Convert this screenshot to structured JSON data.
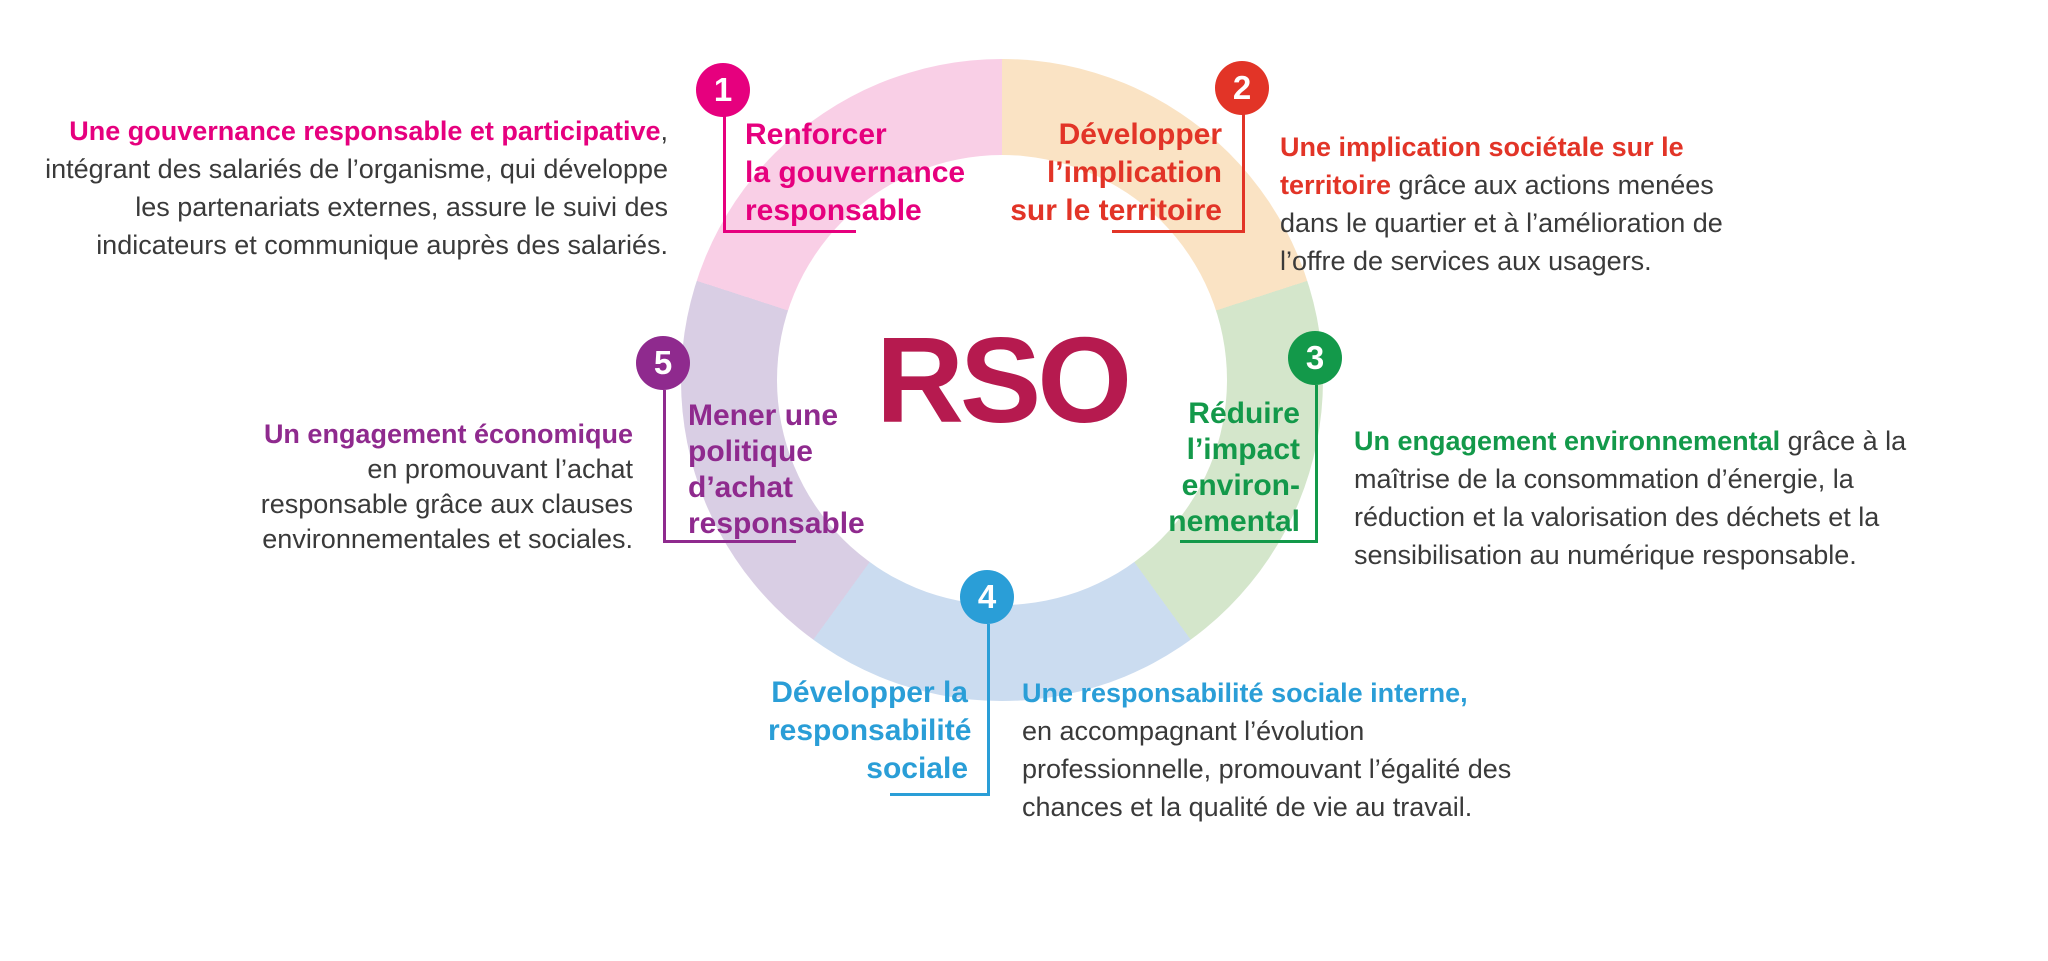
{
  "title": "RSO",
  "colors": {
    "center_text": "#b61a4f",
    "body_text": "#3a3a3a",
    "background": "#ffffff"
  },
  "themes": [
    {
      "number": "1",
      "name": "gouvernance",
      "accent": "#e6007e",
      "ring_color": "#f9cfe6",
      "label_lines": [
        "Renforcer",
        "la gouvernance",
        "responsable"
      ],
      "description_lines": [
        [
          {
            "t": "Une gouvernance responsable et participative",
            "b": true
          },
          {
            "t": ",",
            "b": false
          }
        ],
        [
          {
            "t": "intégrant des salariés de l’organisme, qui développe",
            "b": false
          }
        ],
        [
          {
            "t": "les partenariats externes, assure le suivi des",
            "b": false
          }
        ],
        [
          {
            "t": "indicateurs et communique auprès des salariés.",
            "b": false
          }
        ]
      ]
    },
    {
      "number": "2",
      "name": "territoire",
      "accent": "#e23427",
      "ring_color": "#fae3c4",
      "label_lines": [
        "Développer",
        "l’implication",
        "sur le territoire"
      ],
      "description_lines": [
        [
          {
            "t": "Une implication sociétale sur le",
            "b": true
          }
        ],
        [
          {
            "t": "territoire",
            "b": true
          },
          {
            "t": " grâce aux actions menées",
            "b": false
          }
        ],
        [
          {
            "t": "dans le quartier et à l’amélioration de",
            "b": false
          }
        ],
        [
          {
            "t": "l’offre de services aux usagers.",
            "b": false
          }
        ]
      ]
    },
    {
      "number": "3",
      "name": "environnement",
      "accent": "#13994a",
      "ring_color": "#d4e6cb",
      "label_lines": [
        "Réduire",
        "l’impact",
        "environ-",
        "nemental"
      ],
      "description_lines": [
        [
          {
            "t": "Un engagement environnemental",
            "b": true
          },
          {
            "t": " grâce à la",
            "b": false
          }
        ],
        [
          {
            "t": "maîtrise de la consommation d’énergie, la",
            "b": false
          }
        ],
        [
          {
            "t": "réduction et la valorisation des déchets et la",
            "b": false
          }
        ],
        [
          {
            "t": "sensibilisation au numérique responsable.",
            "b": false
          }
        ]
      ]
    },
    {
      "number": "4",
      "name": "social",
      "accent": "#2a9ed7",
      "ring_color": "#cbdcf0",
      "label_lines": [
        "Développer la",
        "responsabilité",
        "sociale"
      ],
      "description_lines": [
        [
          {
            "t": "Une responsabilité sociale interne,",
            "b": true
          }
        ],
        [
          {
            "t": "en accompagnant l’évolution",
            "b": false
          }
        ],
        [
          {
            "t": "professionnelle, promouvant l’égalité des",
            "b": false
          }
        ],
        [
          {
            "t": "chances et la qualité de vie au travail.",
            "b": false
          }
        ]
      ]
    },
    {
      "number": "5",
      "name": "achat",
      "accent": "#8f2a8e",
      "ring_color": "#d9cee4",
      "label_lines": [
        "Mener une",
        "politique",
        "d’achat",
        "responsable"
      ],
      "description_lines": [
        [
          {
            "t": "Un engagement économique",
            "b": true
          }
        ],
        [
          {
            "t": "en promouvant l’achat",
            "b": false
          }
        ],
        [
          {
            "t": "responsable grâce aux clauses",
            "b": false
          }
        ],
        [
          {
            "t": "environnementales et sociales.",
            "b": false
          }
        ]
      ]
    }
  ]
}
